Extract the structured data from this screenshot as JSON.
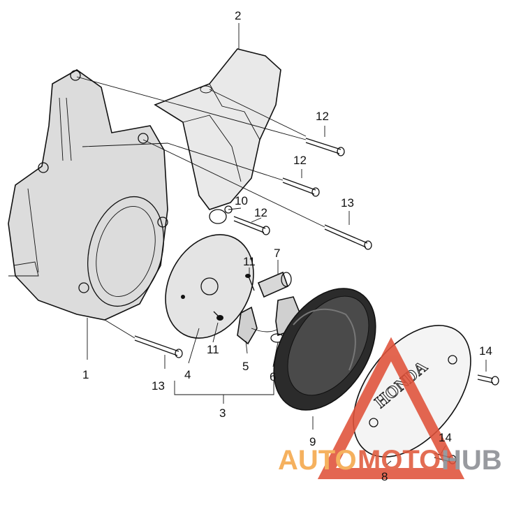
{
  "callouts": {
    "c1": "1",
    "c2": "2",
    "c3": "3",
    "c4": "4",
    "c5": "5",
    "c6": "6",
    "c7": "7",
    "c8": "8",
    "c9": "9",
    "c10": "10",
    "c11a": "11",
    "c11b": "11",
    "c12a": "12",
    "c12b": "12",
    "c12c": "12",
    "c13a": "13",
    "c13b": "13",
    "c14a": "14",
    "c14b": "14"
  },
  "watermark": {
    "part1": "AUTO",
    "part2": "MOTO",
    "part3": "HUB",
    "colors": {
      "auto": "#f4a74a",
      "moto": "#e05a3c",
      "hub": "#8a8d92",
      "triangle": "#e0523a"
    }
  },
  "cover_badge": "HONDA"
}
